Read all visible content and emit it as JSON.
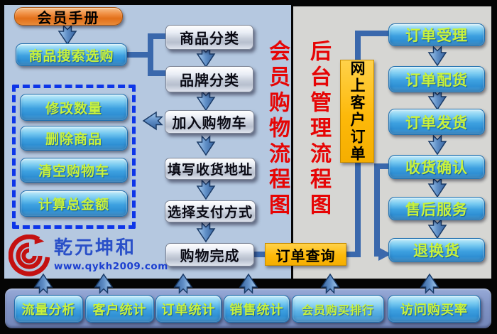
{
  "logo": {
    "name": "乾元坤和",
    "website": "www.qykh2009.com"
  },
  "member_flow": {
    "title": "会员购物流程图",
    "handbook": "会员手册",
    "search": "商品搜索选购",
    "cart_ops": [
      "修改数量",
      "删除商品",
      "清空购物车",
      "计算总金额"
    ],
    "steps": [
      "商品分类",
      "品牌分类",
      "加入购物车",
      "填写收货地址",
      "选择支付方式",
      "购物完成"
    ]
  },
  "backend_flow": {
    "title": "后台管理流程图",
    "online_order": "网上客户订单",
    "order_query": "订单查询",
    "steps": [
      "订单受理",
      "订单配货",
      "订单发货",
      "收货确认",
      "售后服务",
      "退换货"
    ]
  },
  "stats": [
    "流量分析",
    "客户统计",
    "订单统计",
    "销售统计",
    "会员购买排行",
    "访问购买率"
  ],
  "colors": {
    "title_red": "#e60505",
    "aqua_box": "#3da0e0",
    "silver_box": "#c7ceda",
    "orange_box": "#e88a38",
    "yellow_box": "#fdb90a",
    "box_text_green": "#c8f23c",
    "left_panel": "#b5c8e0",
    "right_panel": "#d6d6d3",
    "bottom_panel": "#8093c4",
    "connector_blue": "#3a68ac",
    "dashed_border_blue": "#0d35e8"
  }
}
